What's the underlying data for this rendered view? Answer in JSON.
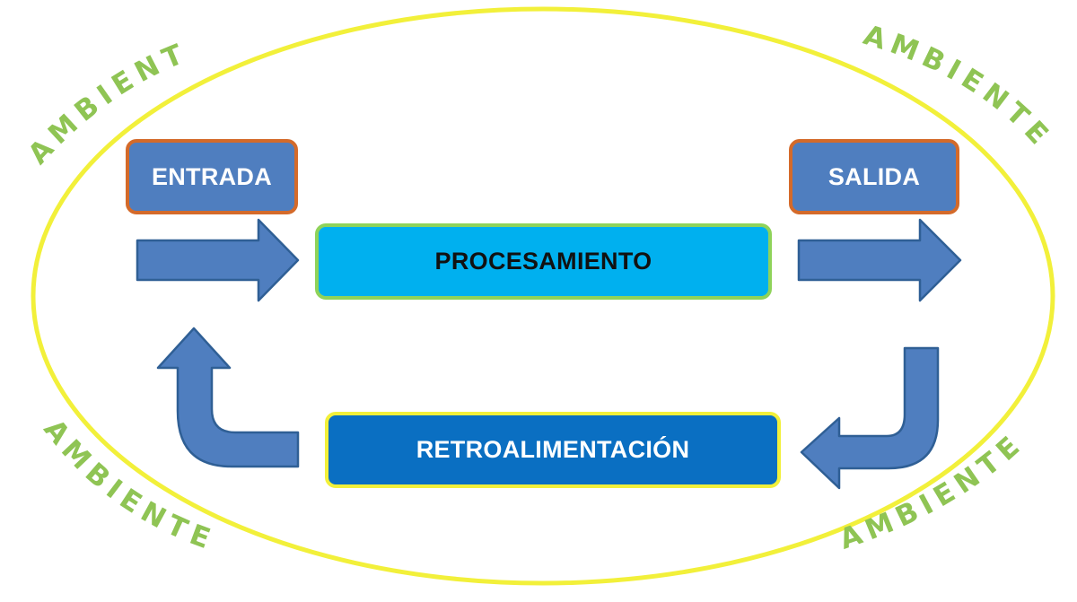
{
  "environment_labels": {
    "top_left": "AMBIENTE",
    "top_right": "AMBIENTE",
    "bottom_left": "AMBIENTE",
    "bottom_right": "AMBIENTE"
  },
  "nodes": {
    "input": "ENTRADA",
    "output": "SALIDA",
    "process": "PROCESAMIENTO",
    "feedback": "RETROALIMENTACIÓN"
  },
  "colors": {
    "boundary": "#f2f03a",
    "environment_text": "#8fc454",
    "arrow_fill": "#4f7ebf",
    "arrow_stroke": "#2f5f95"
  }
}
